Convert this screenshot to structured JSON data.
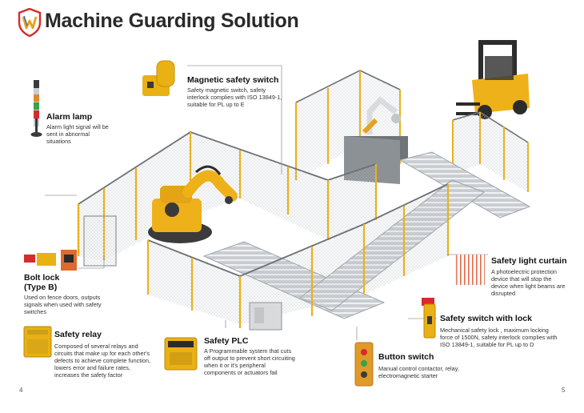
{
  "header": {
    "title": "Machine Guarding Solution",
    "logo_icon": "shield-w-logo"
  },
  "colors": {
    "guard_yellow": "#e8b21c",
    "fence_gray": "#8e9499",
    "robot_yellow": "#efb11a",
    "frame_dark": "#3b3b3b",
    "accent_red": "#d62b2b"
  },
  "callouts": {
    "magnetic": {
      "title": "Magnetic safety switch",
      "desc": "Safety magnetic switch, safety interlock complies with ISO 13849-1, suitable for PL up to E"
    },
    "alarm": {
      "title": "Alarm lamp",
      "desc": "Alarm light signal will be sent in abnormal situations"
    },
    "bolt": {
      "title": "Bolt lock\n(Type B)",
      "title_line1": "Bolt lock",
      "title_line2": "(Type B)",
      "desc": "Used on fence doors, outputs signals when used with safety switches"
    },
    "relay": {
      "title": "Safety relay",
      "desc": "Composed of several relays and circuits that make up for each other's defects to achieve complete function, lowers error and failure rates, increases the safety factor"
    },
    "plc": {
      "title": "Safety PLC",
      "desc": "A Programmable system that cuts off output to prevent short circuiting when it or it's peripheral components or actuators fail"
    },
    "button": {
      "title": "Button switch",
      "desc": "Manual control contactor, relay, electromagnetic starter"
    },
    "curtain": {
      "title": "Safety light curtain",
      "desc": "A photoelectric protection device that will stop the device when light beams are disrupted"
    },
    "lockswitch": {
      "title": "Safety switch with lock",
      "desc": "Mechanical safety lock , maximum locking force of 1500N, safety interlock complies with ISO 13849-1, suitable for PL up to D"
    }
  },
  "footer": {
    "page_left": "4",
    "page_right": "5"
  }
}
